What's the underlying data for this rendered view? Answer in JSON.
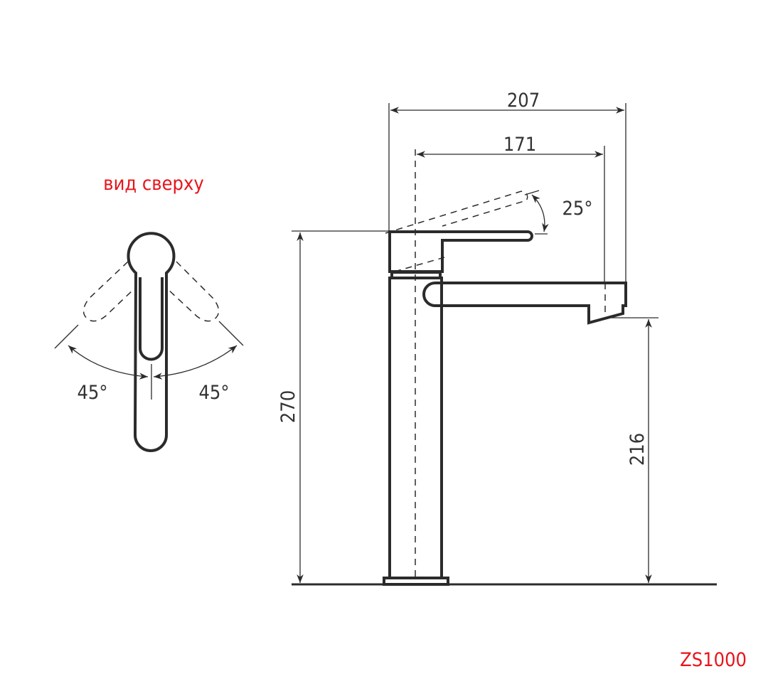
{
  "top_view": {
    "title": "вид сверху",
    "angle_left": "45°",
    "angle_right": "45°"
  },
  "side_view": {
    "dim_total_length": "207",
    "dim_spout_reach": "171",
    "dim_lever_angle": "25°",
    "dim_total_height": "270",
    "dim_spout_height": "216"
  },
  "model": "ZS1000",
  "colors": {
    "line": "#2b2b2b",
    "accent": "#e8141b"
  }
}
